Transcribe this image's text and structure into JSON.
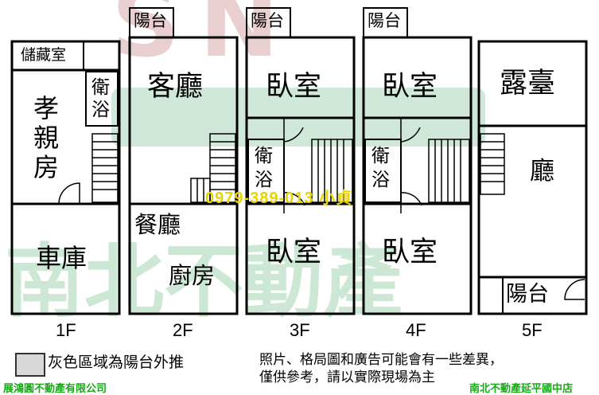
{
  "watermark": {
    "big_text": "南北不動產"
  },
  "phone_overlay": "0979-389-013  小貞",
  "floors": [
    {
      "label": "1F",
      "rooms": [
        "儲藏室",
        "衛浴",
        "孝親房",
        "車庫"
      ]
    },
    {
      "label": "2F",
      "rooms": [
        "陽台",
        "客廳",
        "餐廳",
        "廚房"
      ]
    },
    {
      "label": "3F",
      "rooms": [
        "陽台",
        "臥室",
        "衛浴",
        "臥室"
      ]
    },
    {
      "label": "4F",
      "rooms": [
        "陽台",
        "臥室",
        "衛浴",
        "臥室"
      ]
    },
    {
      "label": "5F",
      "rooms": [
        "露臺",
        "廳",
        "陽台"
      ]
    }
  ],
  "legend": {
    "text": "灰色區域為陽台外推",
    "disclaimer_line1": "照片、格局圖和廣告可能會有一些差異，",
    "disclaimer_line2": "僅供參考，請以實際現場為主"
  },
  "footer": {
    "left": "展鴻圓不動產有限公司",
    "right": "南北不動產延平國中店"
  },
  "colors": {
    "wall": "#000000",
    "legend_gray": "#d8d8d8",
    "footer_green": "#18a818",
    "phone_yellow": "#e8d400"
  }
}
